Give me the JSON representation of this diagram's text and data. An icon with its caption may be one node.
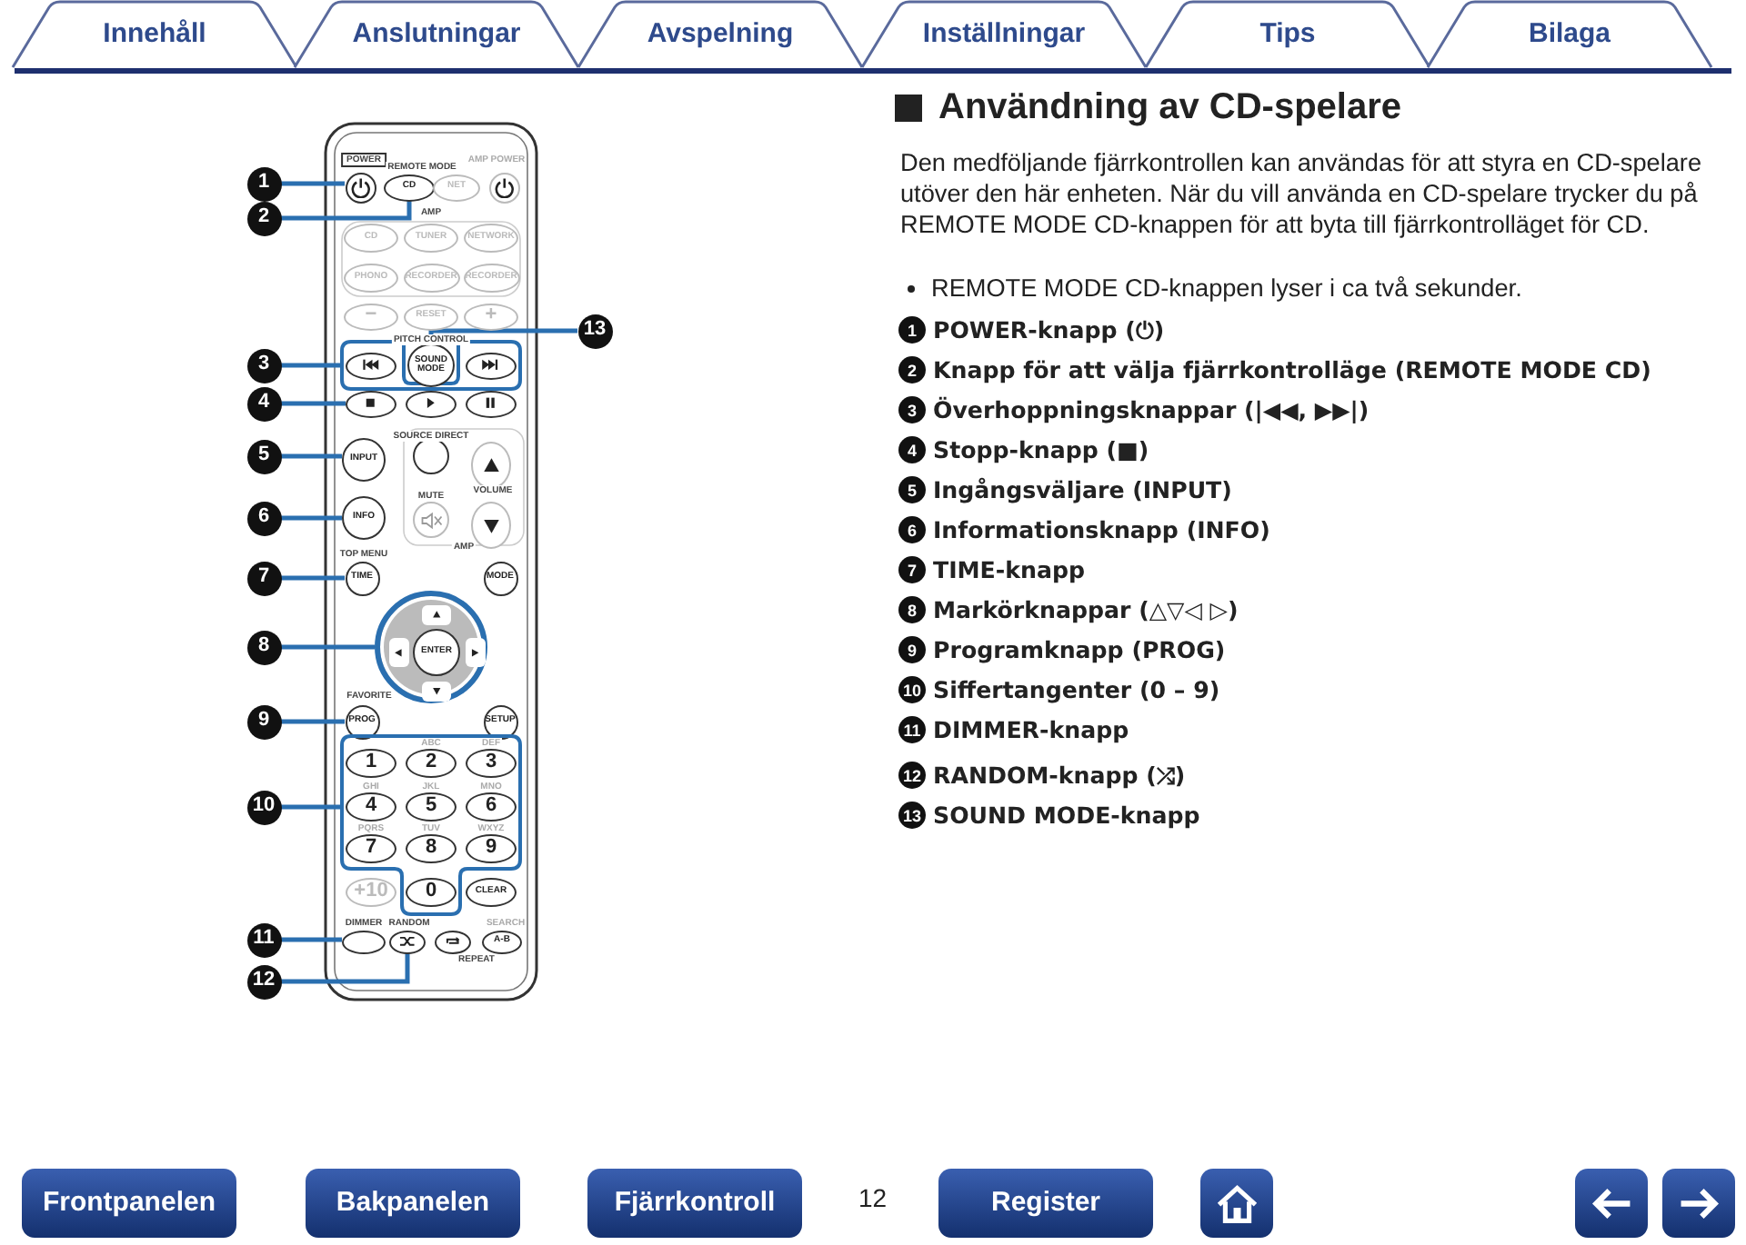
{
  "diagram": {
    "title": "Användning av CD-spelare",
    "nodes": [
      {
        "text": [
          "Innehåll"
        ]
      },
      {
        "text": [
          "Anslutningar"
        ]
      },
      {
        "text": [
          "Avspelning"
        ]
      },
      {
        "text": [
          "Inställningar"
        ]
      },
      {
        "text": [
          "Tips"
        ]
      },
      {
        "text": [
          "Bilaga"
        ]
      },
      {
        "text": [
          "1"
        ]
      },
      {
        "text": [
          "2"
        ]
      },
      {
        "text": [
          "3"
        ]
      },
      {
        "text": [
          "4"
        ]
      },
      {
        "text": [
          "5"
        ]
      },
      {
        "text": [
          "6"
        ]
      },
      {
        "text": [
          "7"
        ]
      },
      {
        "text": [
          "8"
        ]
      },
      {
        "text": [
          "9"
        ]
      },
      {
        "text": [
          "10"
        ]
      },
      {
        "text": [
          "11"
        ]
      },
      {
        "text": [
          "12"
        ]
      },
      {
        "text": [
          "13"
        ]
      },
      {
        "text": [],
        "shape": "circle"
      },
      {
        "text": [
          "CD"
        ]
      },
      {
        "text": [
          "NET"
        ]
      },
      {
        "text": [],
        "shape": "circle"
      },
      {
        "text": [
          "CD"
        ]
      },
      {
        "text": [
          "TUNER"
        ]
      },
      {
        "text": [
          "NETWORK"
        ]
      },
      {
        "text": [
          "PHONO"
        ]
      },
      {
        "text": [
          "RECORDER"
        ]
      },
      {
        "text": [
          "RECORDER"
        ]
      },
      {
        "text": [
          "−"
        ]
      },
      {
        "text": [
          "RESET"
        ]
      },
      {
        "text": [
          "+"
        ]
      },
      {
        "text": [],
        "shape": "box"
      },
      {
        "text": [],
        "shape": "circle",
        "in": 32
      },
      {
        "text": [
          "SOUND MODE"
        ]
      },
      {
        "text": [],
        "shape": "circle",
        "in": 32
      },
      {
        "text": [],
        "shape": "circle"
      },
      {
        "text": [],
        "shape": "circle"
      },
      {
        "text": [],
        "shape": "circle"
      },
      {
        "text": [
          "INPUT"
        ]
      },
      {
        "text": [],
        "shape": "circle"
      },
      {
        "text": [],
        "shape": "circle"
      },
      {
        "text": [
          "INFO"
        ]
      },
      {
        "text": [],
        "shape": "circle"
      },
      {
        "text": [],
        "shape": "circle"
      },
      {
        "text": [
          "TIME"
        ]
      },
      {
        "text": [
          "MODE"
        ]
      },
      {
        "text": [],
        "shape": "circle"
      },
      {
        "text": [],
        "shape": "box",
        "in": 47
      },
      {
        "text": [],
        "shape": "box",
        "in": 47
      },
      {
        "text": [
          "ENTER"
        ],
        "in": 47
      },
      {
        "text": [],
        "shape": "box",
        "in": 47
      },
      {
        "text": [],
        "shape": "box",
        "in": 47
      },
      {
        "text": [
          "PROG"
        ]
      },
      {
        "text": [
          "SETUP"
        ]
      },
      {
        "text": [],
        "shape": "box"
      },
      {
        "text": [
          "1"
        ],
        "in": 55
      },
      {
        "text": [
          "2"
        ],
        "in": 55
      },
      {
        "text": [
          "3"
        ],
        "in": 55
      },
      {
        "text": [
          "4"
        ],
        "in": 55
      },
      {
        "text": [
          "5"
        ],
        "in": 55
      },
      {
        "text": [
          "6"
        ],
        "in": 55
      },
      {
        "text": [
          "7"
        ],
        "in": 55
      },
      {
        "text": [
          "8"
        ],
        "in": 55
      },
      {
        "text": [
          "9"
        ],
        "in": 55
      },
      {
        "text": [
          "+10"
        ]
      },
      {
        "text": [
          "0"
        ],
        "in": 55
      },
      {
        "text": [
          "CLEAR"
        ]
      },
      {
        "text": [],
        "shape": "circle"
      },
      {
        "text": [],
        "shape": "circle"
      },
      {
        "text": [],
        "shape": "circle"
      },
      {
        "text": [
          "A-B"
        ]
      },
      {
        "text": [
          "Frontpanelen"
        ]
      },
      {
        "text": [
          "Bakpanelen"
        ]
      },
      {
        "text": [
          "Fjärrkontroll"
        ]
      },
      {
        "text": [
          "Register"
        ]
      },
      {
        "text": [],
        "shape": "box"
      },
      {
        "text": [],
        "shape": "box"
      },
      {
        "text": [],
        "shape": "box"
      }
    ],
    "edges": [
      {
        "from": 6,
        "to": 19,
        "arrow": "none"
      },
      {
        "from": 7,
        "to": 20,
        "arrow": "none"
      },
      {
        "from": 8,
        "to": 32,
        "arrow": "none"
      },
      {
        "from": 9,
        "to": 36,
        "arrow": "none"
      },
      {
        "from": 10,
        "to": 39,
        "arrow": "none"
      },
      {
        "from": 11,
        "to": 42,
        "arrow": "none"
      },
      {
        "from": 12,
        "to": 45,
        "arrow": "none"
      },
      {
        "from": 13,
        "to": 47,
        "arrow": "none"
      },
      {
        "from": 14,
        "to": 53,
        "arrow": "none"
      },
      {
        "from": 15,
        "to": 55,
        "arrow": "none"
      },
      {
        "from": 16,
        "to": 68,
        "arrow": "none"
      },
      {
        "from": 17,
        "to": 69,
        "arrow": "none"
      },
      {
        "from": 18,
        "to": 34,
        "arrow": "none"
      }
    ],
    "labels": [
      "POWER",
      "REMOTE MODE",
      "AMP POWER",
      "AMP",
      "PITCH CONTROL",
      "SOURCE DIRECT",
      "MUTE",
      "VOLUME",
      "AMP",
      "TOP MENU",
      "FAVORITE",
      "ABC",
      "DEF",
      "GHI",
      "JKL",
      "MNO",
      "PQRS",
      "TUV",
      "WXYZ",
      "DIMMER",
      "RANDOM",
      "SEARCH",
      "REPEAT",
      "Den medföljande fjärrkontrollen kan användas för att styra en CD-spelare utöver den här enheten. När du vill använda en CD-spelare trycker du på REMOTE MODE CD-knappen för att byta till fjärrkontrolläget för CD.",
      "REMOTE MODE CD-knappen lyser i ca två sekunder.",
      "1",
      "POWER-knapp (⏻)",
      "2",
      "Knapp för att välja fjärrkontrolläge (REMOTE MODE CD)",
      "3",
      "Överhoppningsknappar (|◀◀, ▶▶|)",
      "4",
      "Stopp-knapp (■)",
      "5",
      "Ingångsväljare (INPUT)",
      "6",
      "Informationsknapp (INFO)",
      "7",
      "TIME-knapp",
      "8",
      "Markörknappar (△▽◁ ▷)",
      "9",
      "Programknapp (PROG)",
      "10",
      "Siffertangenter (0 – 9)",
      "11",
      "DIMMER-knapp",
      "12",
      "RANDOM-knapp (⤮)",
      "13",
      "SOUND MODE-knapp",
      "12"
    ]
  }
}
